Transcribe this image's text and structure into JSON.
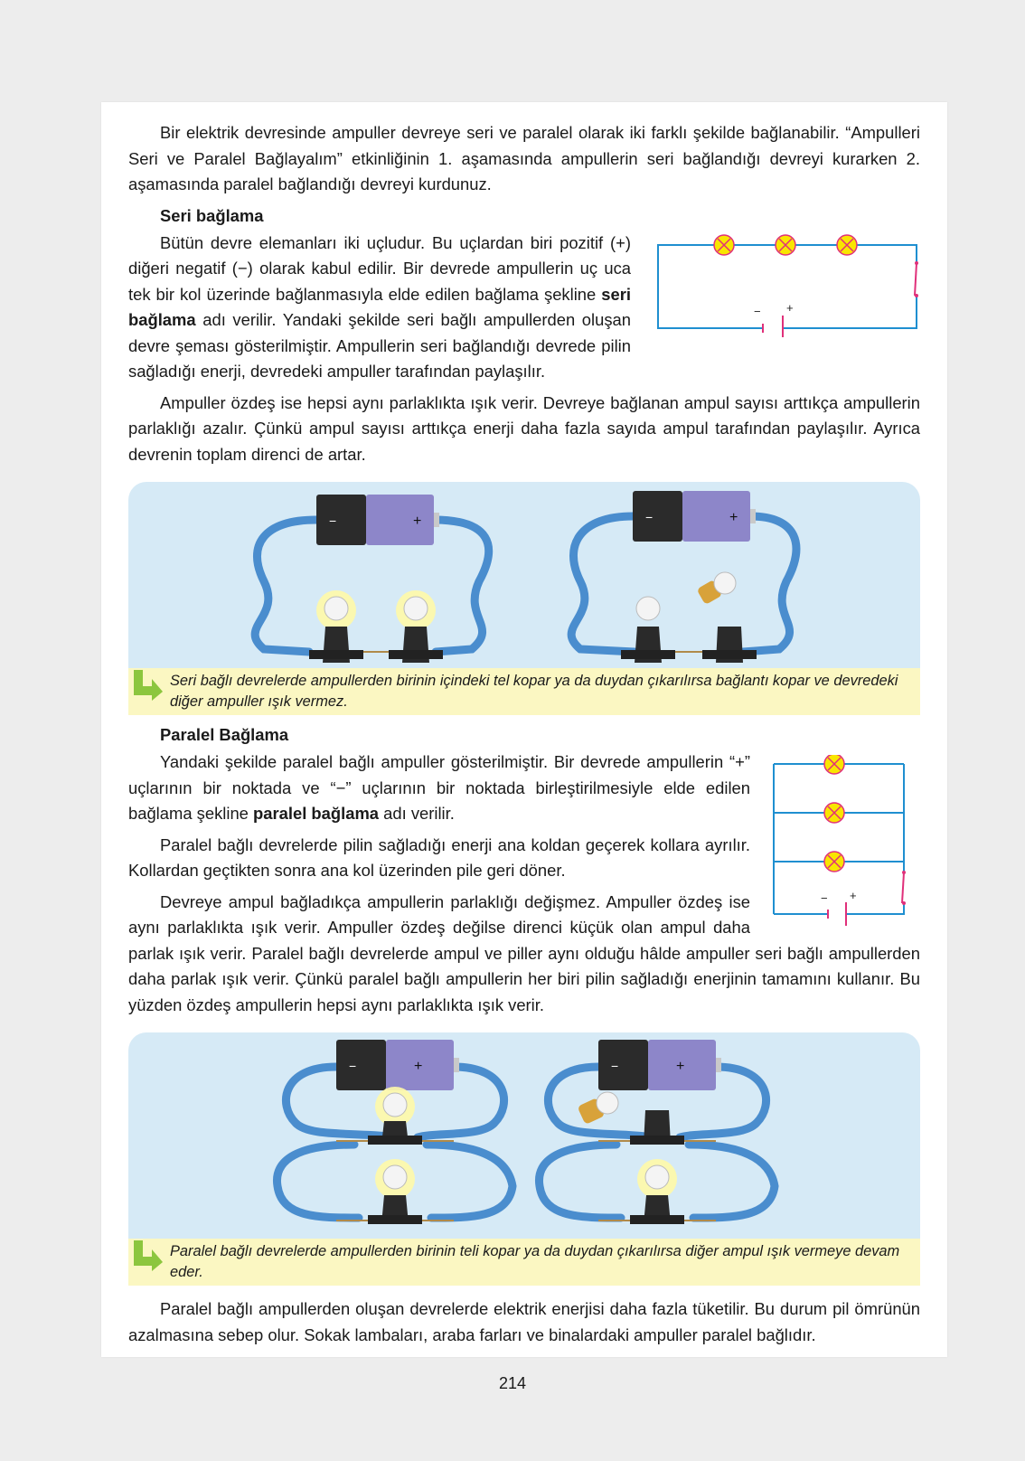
{
  "intro": "Bir elektrik devresinde ampuller devreye seri ve paralel olarak iki farklı şekilde bağlanabilir. “Ampulleri Seri ve Paralel Bağlayalım” etkinliğinin 1. aşamasında ampullerin seri bağlandığı devreyi kurarken 2. aşamasında paralel bağlandığı devreyi kurdunuz.",
  "series": {
    "heading": "Seri bağlama",
    "p1_before": "Bütün devre elemanları iki uçludur. Bu uçlardan biri pozitif (+) diğeri negatif (−) olarak kabul edilir. Bir devrede ampullerin uç uca tek bir kol üzerinde bağlanmasıyla elde edilen bağlama şekline ",
    "p1_bold": "seri bağlama",
    "p1_after": " adı verilir. Yandaki şekilde seri bağlı ampullerden oluşan devre şeması gösterilmiştir. Ampullerin seri bağlandığı devrede pilin sağladığı enerji, devredeki ampuller tarafından paylaşılır.",
    "p2": "Ampuller özdeş ise hepsi aynı parlaklıkta ışık verir. Devreye bağlanan ampul sayısı arttıkça ampullerin parlaklığı azalır. Çünkü ampul sayısı arttıkça enerji daha fazla sayıda ampul tarafından paylaşılır. Ayrıca devrenin toplam direnci de artar.",
    "note": "Seri bağlı devrelerde ampullerden birinin içindeki tel kopar ya da duydan çıkarılırsa bağlantı kopar ve devredeki diğer ampuller ışık vermez."
  },
  "parallel": {
    "heading": "Paralel Bağlama",
    "p1_before": "Yandaki şekilde paralel bağlı ampuller gösterilmiştir. Bir devrede ampullerin “+” uçlarının bir noktada ve “−” uçlarının bir noktada birleştirilmesiyle elde edilen bağlama şekline ",
    "p1_bold": "paralel bağlama",
    "p1_after": " adı verilir.",
    "p2": "Paralel bağlı devrelerde pilin sağladığı enerji ana koldan geçerek kollara ayrılır. Kollardan geçtikten sonra ana kol üzerinden pile geri döner.",
    "p3": "Devreye ampul bağladıkça ampullerin parlaklığı değişmez. Ampuller özdeş ise aynı parlaklıkta ışık verir. Ampuller özdeş değilse direnci küçük olan ampul daha parlak ışık verir. Paralel bağlı devrelerde ampul ve piller aynı olduğu hâlde ampuller seri bağlı ampullerden daha parlak ışık verir. Çünkü paralel bağlı ampullerin her biri pilin sağladığı enerjinin tamamını kullanır. Bu yüzden özdeş ampullerin hepsi aynı parlaklıkta ışık verir.",
    "note": "Paralel bağlı devrelerde ampullerden birinin teli kopar ya da duydan çıkarılırsa diğer ampul ışık vermeye devam eder."
  },
  "closing": "Paralel bağlı ampullerden oluşan devrelerde elektrik enerjisi daha fazla tüketilir. Bu durum pil ömrünün azalmasına sebep olur. Sokak lambaları, araba farları ve binalardaki ampuller paralel bağlıdır.",
  "symbols": {
    "minus": "−",
    "plus": "+"
  },
  "page_number": "214",
  "colors": {
    "wire": "#1f8fd0",
    "bulb": "#f9e500",
    "switch": "#e0307a",
    "photo_bg": "#d6eaf6",
    "note_bg": "#fbf7c2",
    "cable": "#4a8dce"
  }
}
